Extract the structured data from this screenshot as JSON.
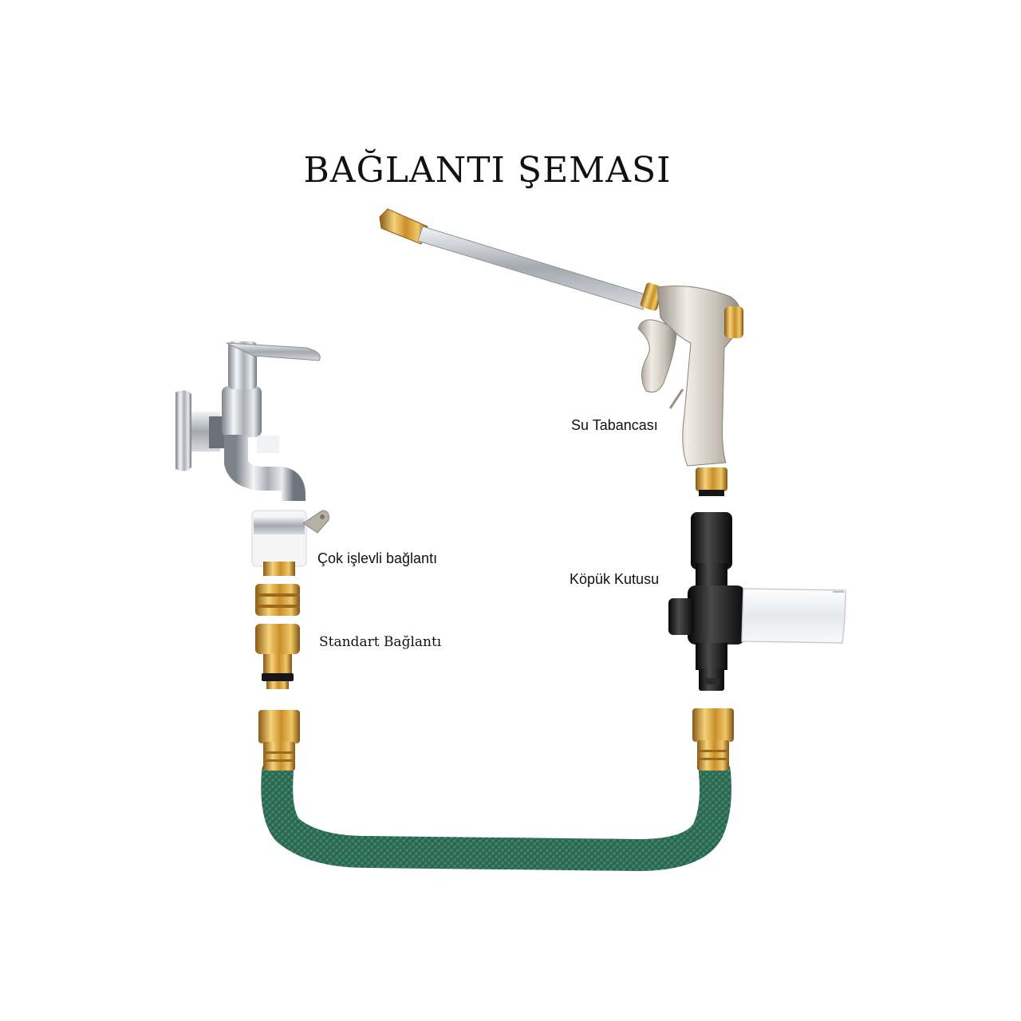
{
  "diagram": {
    "title": "BAĞLANTI ŞEMASI",
    "labels": {
      "water_gun": "Su Tabancası",
      "multi_connector": "Çok işlevli bağlantı",
      "foam_box": "Köpük Kutusu",
      "standard_connector": "Standart Bağlantı"
    }
  },
  "colors": {
    "brass": "#d9a640",
    "chrome": "#c8ccd2",
    "hose_green": "#2f6d55",
    "foam_black": "#1b1b1b"
  },
  "icons": [
    "faucet-icon",
    "water-gun-icon",
    "foam-box-icon",
    "hose-icon",
    "brass-connector-icon"
  ]
}
